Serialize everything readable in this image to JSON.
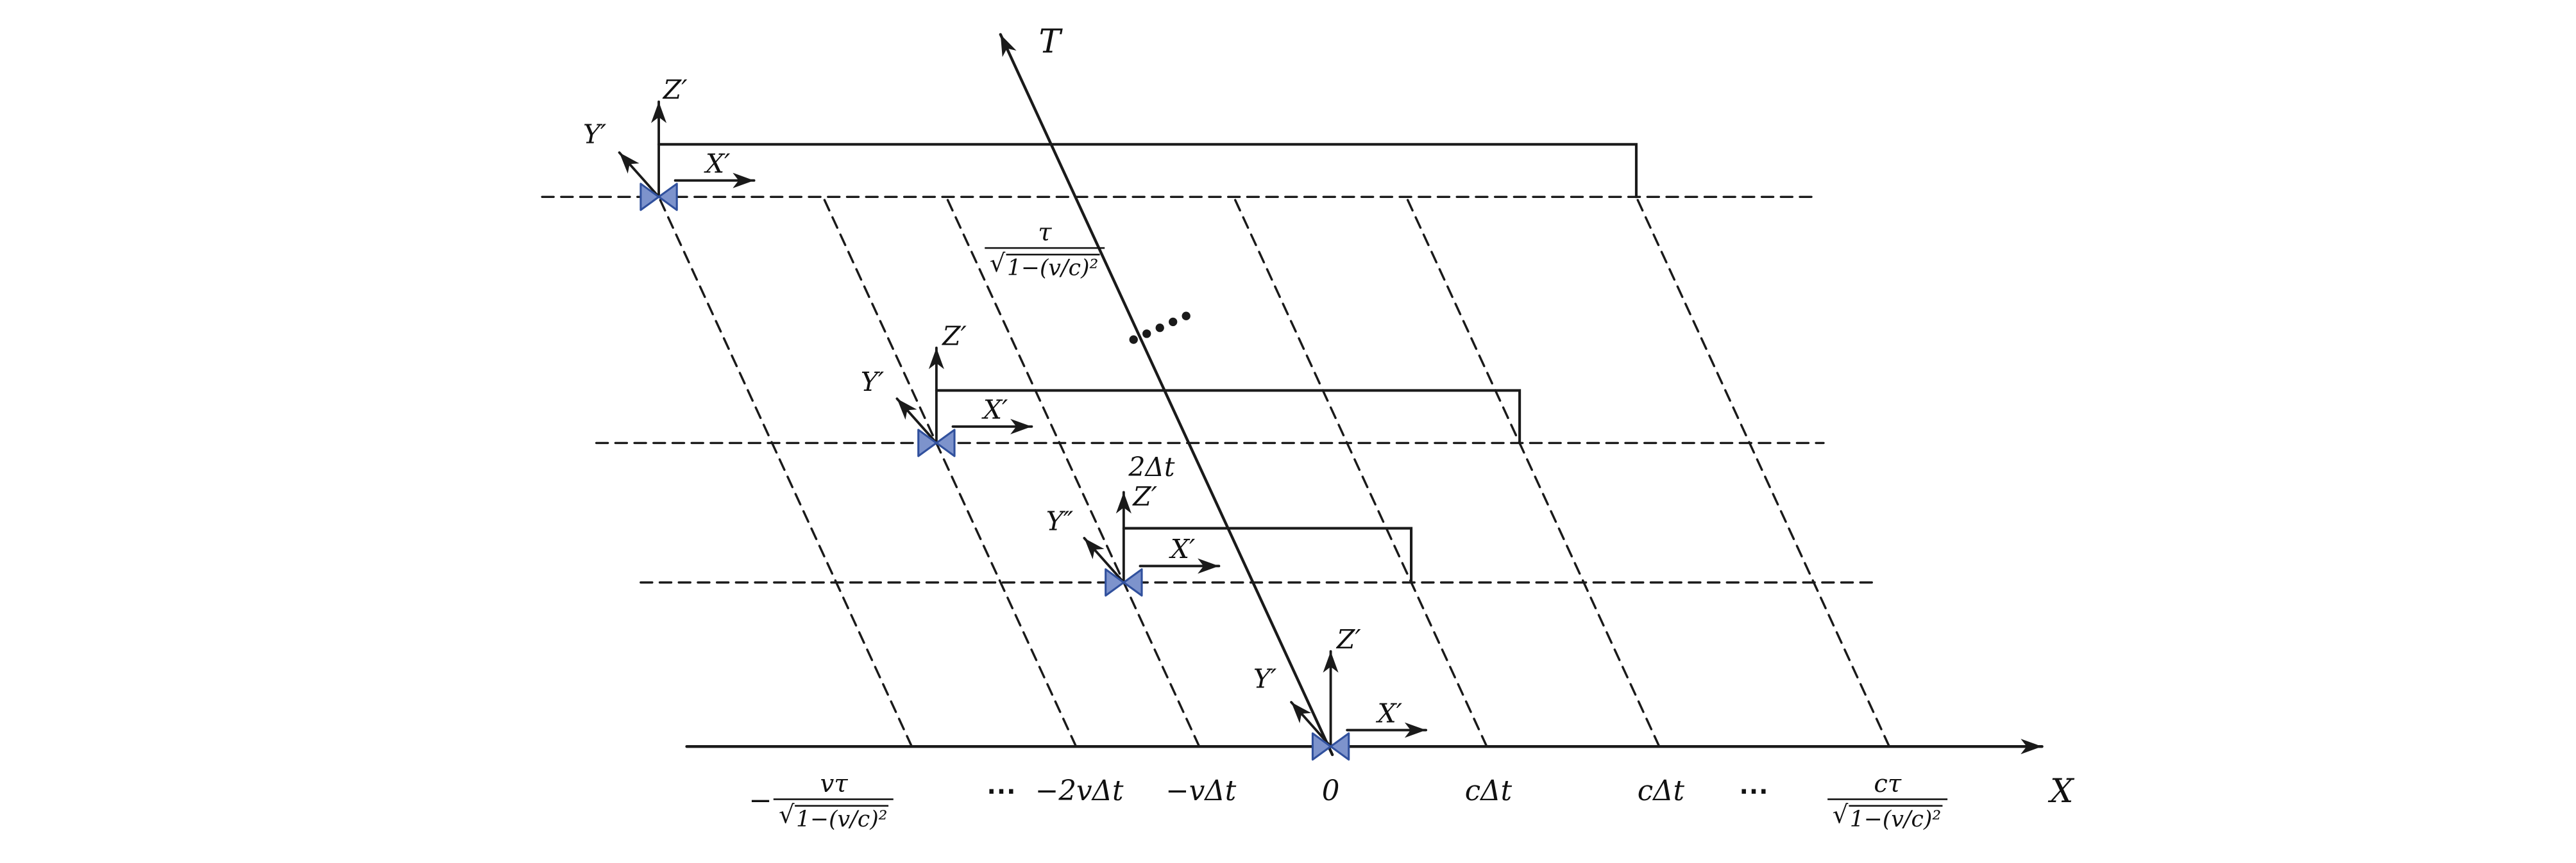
{
  "diagram": {
    "t_axis_label": "T",
    "x_axis_label": "X",
    "tau_over_gamma": {
      "num": "τ",
      "den": "1−(v/c)²"
    },
    "two_delta_t": "2Δt",
    "x_ticks": {
      "neg_vtau": {
        "sign": "−",
        "num": "vτ",
        "den": "1−(v/c)²"
      },
      "dots_left": "⋯",
      "neg_2vdt": "−2vΔt",
      "neg_vdt": "−vΔt",
      "zero": "0",
      "cdt_a": "cΔt",
      "cdt_b": "cΔt",
      "dots_right": "⋯",
      "pos_ctau": {
        "num": "cτ",
        "den": "1−(v/c)²"
      }
    },
    "frames": [
      {
        "x": "X′",
        "y": "Y′",
        "z": "Z′"
      },
      {
        "x": "X′",
        "y": "Y′",
        "z": "Z′"
      },
      {
        "x": "X′",
        "y": "Y″",
        "z": "Z′"
      },
      {
        "x": "X′",
        "y": "Y′",
        "z": "Z′"
      }
    ]
  },
  "colors": {
    "line": "#1a1a1a",
    "marker_fill": "#7d93cc",
    "marker_stroke": "#30509d"
  }
}
